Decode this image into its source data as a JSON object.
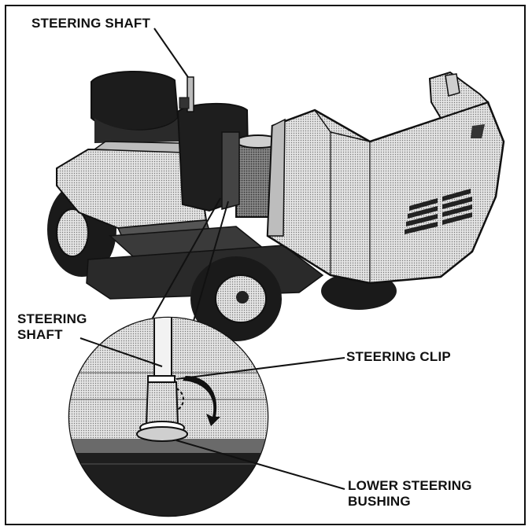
{
  "labels": {
    "steering_shaft_top": "STEERING SHAFT",
    "steering_shaft_detail_line1": "STEERING",
    "steering_shaft_detail_line2": "SHAFT",
    "steering_clip": "STEERING CLIP",
    "lower_bushing_line1": "LOWER STEERING",
    "lower_bushing_line2": "BUSHING"
  },
  "colors": {
    "ink": "#111111",
    "halftone_light": "#d4d4d4",
    "halftone_mid": "#a8a8a8",
    "halftone_dark": "#3a3a3a"
  }
}
